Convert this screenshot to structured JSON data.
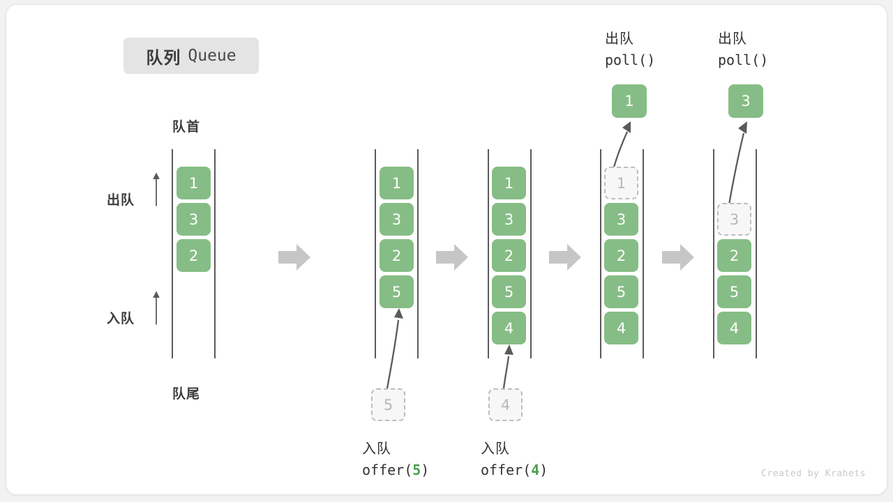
{
  "title": {
    "cn": "队列",
    "en": "Queue"
  },
  "labels": {
    "front": "队首",
    "rear": "队尾",
    "dequeue": "出队",
    "enqueue": "入队"
  },
  "credit": "Created by Krahets",
  "colors": {
    "cell_fill": "#86bd86",
    "cell_text": "#ffffff",
    "ghost_fill": "#f7f7f7",
    "ghost_border": "#bdbdbd",
    "ghost_text": "#b8b8b8",
    "rail": "#5a5a5a",
    "block_arrow": "#c6c6c6",
    "badge_bg": "#e4e4e4",
    "accent_green": "#4c9f4c",
    "text": "#333333",
    "credit": "#c9c9c9"
  },
  "stages": [
    {
      "id": "initial",
      "caption_cn": "",
      "caption_code": "",
      "header_cn": "",
      "header_code": "",
      "items": [
        "1",
        "3",
        "2"
      ],
      "ghost_item": null,
      "result_item": null
    },
    {
      "id": "offer-5",
      "caption_cn": "入队",
      "caption_code": "offer(",
      "caption_arg": "5",
      "caption_code_end": ")",
      "header_cn": "",
      "header_code": "",
      "items": [
        "1",
        "3",
        "2",
        "5"
      ],
      "ghost_item": "5",
      "result_item": null
    },
    {
      "id": "offer-4",
      "caption_cn": "入队",
      "caption_code": "offer(",
      "caption_arg": "4",
      "caption_code_end": ")",
      "header_cn": "",
      "header_code": "",
      "items": [
        "1",
        "3",
        "2",
        "5",
        "4"
      ],
      "ghost_item": "4",
      "result_item": null
    },
    {
      "id": "poll-1",
      "caption_cn": "",
      "caption_code": "",
      "header_cn": "出队",
      "header_code": "poll()",
      "items": [
        "3",
        "2",
        "5",
        "4"
      ],
      "ghost_item": "1",
      "result_item": "1"
    },
    {
      "id": "poll-3",
      "caption_cn": "",
      "caption_code": "",
      "header_cn": "出队",
      "header_code": "poll()",
      "items": [
        "2",
        "5",
        "4"
      ],
      "ghost_item": "3",
      "result_item": "3"
    }
  ],
  "chart_data": {
    "type": "diagram",
    "title": "队列 Queue",
    "description": "Queue FIFO operations across five stages",
    "stage_contents": [
      [
        "1",
        "3",
        "2"
      ],
      [
        "1",
        "3",
        "2",
        "5"
      ],
      [
        "1",
        "3",
        "2",
        "5",
        "4"
      ],
      [
        "3",
        "2",
        "5",
        "4"
      ],
      [
        "2",
        "5",
        "4"
      ]
    ],
    "operations": [
      "",
      "offer(5)",
      "offer(4)",
      "poll() -> 1",
      "poll() -> 3"
    ]
  }
}
